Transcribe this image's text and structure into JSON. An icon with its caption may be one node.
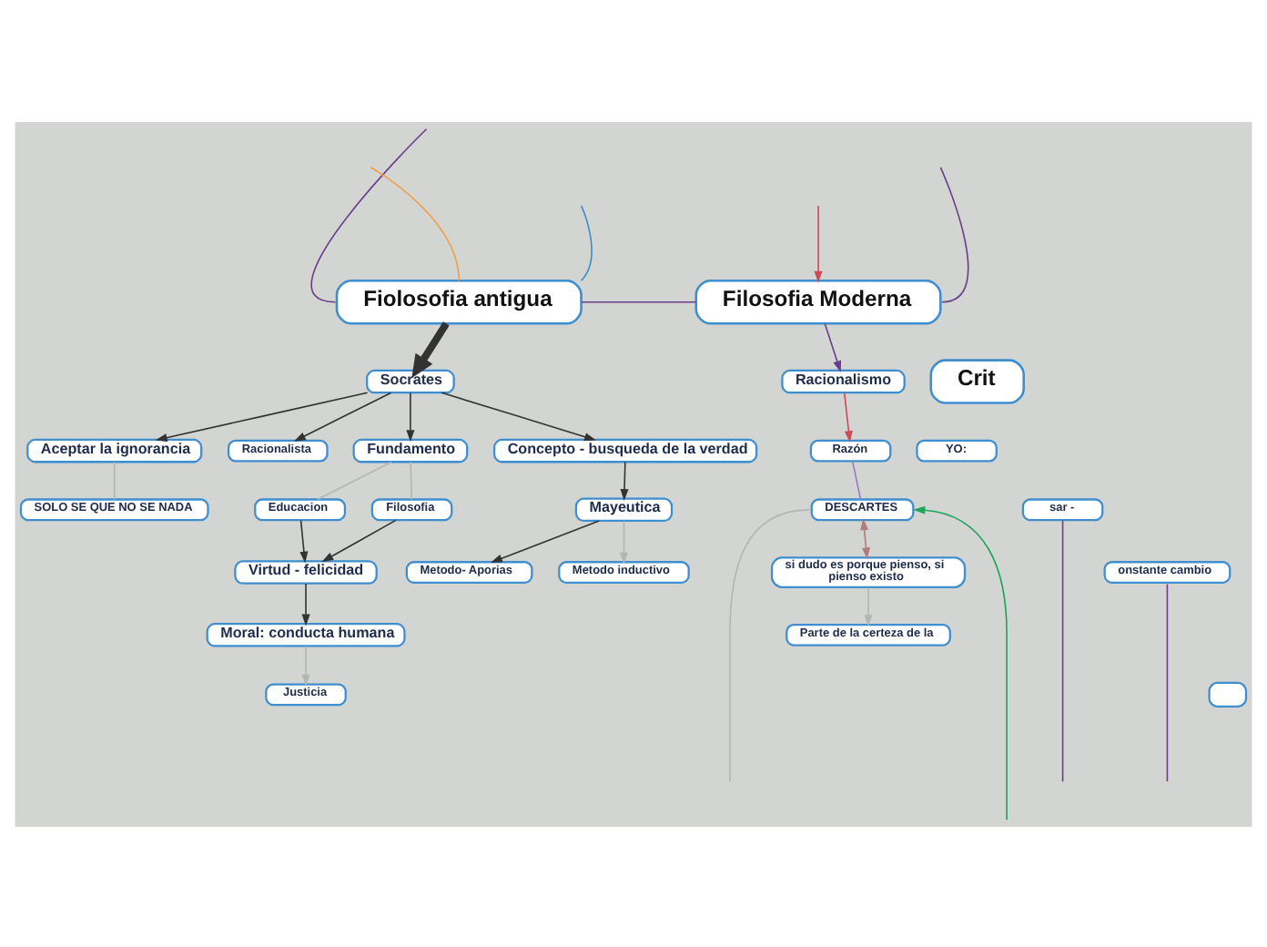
{
  "diagram": {
    "nodes": [
      {
        "text": [
          "Fiolosofia antigua"
        ]
      },
      {
        "text": [
          "Socrates"
        ]
      },
      {
        "text": [
          "Racionalista"
        ]
      },
      {
        "text": [
          "Fundamento"
        ]
      },
      {
        "text": [
          "Concepto - busqueda de la verdad"
        ]
      },
      {
        "text": [
          "Aceptar la ignorancia"
        ]
      },
      {
        "text": [
          "Filosofia"
        ]
      },
      {
        "text": [
          "Educacion"
        ]
      },
      {
        "text": [
          "Mayeutica"
        ]
      },
      {
        "text": [
          "SOLO SE QUE NO SE NADA"
        ]
      },
      {
        "text": [
          "Virtud - felicidad"
        ]
      },
      {
        "text": [
          "Metodo inductivo"
        ]
      },
      {
        "text": [
          "Metodo- Aporias"
        ]
      },
      {
        "text": [
          "Moral: conducta humana"
        ]
      },
      {
        "text": [
          "Justicia"
        ]
      },
      {
        "text": [
          "Filosofia Moderna"
        ]
      },
      {
        "text": [
          "Crit"
        ]
      },
      {
        "text": [
          "Racionalismo"
        ]
      },
      {
        "text": [
          "YO:"
        ]
      },
      {
        "text": [
          "Razón"
        ]
      },
      {
        "text": [
          "DESCARTES"
        ]
      },
      {
        "text": [
          "si dudo es porque pienso, si pienso existo"
        ]
      },
      {
        "text": [
          "Parte de la certeza de la"
        ]
      },
      {
        "text": [
          "sar -"
        ]
      },
      {
        "text": [
          "onstante cambio"
        ]
      },
      {
        "text": [],
        "shape": "box"
      }
    ],
    "edges": [
      {
        "from": null,
        "to": 0,
        "arrow": "none",
        "color": "#6b3f8c"
      },
      {
        "from": 0,
        "to": 15,
        "arrow": "none",
        "color": "#6b3f8c"
      },
      {
        "from": 15,
        "to": null,
        "arrow": "none",
        "color": "#6b3f8c"
      },
      {
        "from": 0,
        "to": null,
        "arrow": "none",
        "color": "#f29f4a"
      },
      {
        "from": 0,
        "to": null,
        "arrow": "none",
        "color": "#3b8fc4"
      },
      {
        "from": 0,
        "to": 1,
        "arrow": "to",
        "style": "thick"
      },
      {
        "from": 1,
        "to": 2,
        "arrow": "to"
      },
      {
        "from": 1,
        "to": 3,
        "arrow": "to"
      },
      {
        "from": 1,
        "to": 4,
        "arrow": "to"
      },
      {
        "from": 1,
        "to": 5,
        "arrow": "to"
      },
      {
        "from": 3,
        "to": 6,
        "arrow": "none",
        "color": "#b4b6b3"
      },
      {
        "from": 3,
        "to": 7,
        "arrow": "none",
        "color": "#b4b6b3"
      },
      {
        "from": 4,
        "to": 8,
        "arrow": "to"
      },
      {
        "from": 8,
        "to": 11,
        "arrow": "to",
        "color": "#b4b6b3"
      },
      {
        "from": 8,
        "to": 12,
        "arrow": "to"
      },
      {
        "from": 5,
        "to": 9,
        "arrow": "none",
        "color": "#b4b6b3"
      },
      {
        "from": 6,
        "to": 10,
        "arrow": "to"
      },
      {
        "from": 7,
        "to": 10,
        "arrow": "to"
      },
      {
        "from": 10,
        "to": 13,
        "arrow": "to"
      },
      {
        "from": 13,
        "to": 14,
        "arrow": "to",
        "color": "#b4b6b3"
      },
      {
        "from": null,
        "to": 15,
        "arrow": "to",
        "color": "#cc4a5a"
      },
      {
        "from": 15,
        "to": 17,
        "arrow": "to",
        "color": "#6b3f8c"
      },
      {
        "from": 17,
        "to": 19,
        "arrow": "to",
        "color": "#cc4a5a"
      },
      {
        "from": 19,
        "to": 20,
        "arrow": "none",
        "color": "#9b7cc2"
      },
      {
        "from": 20,
        "to": 21,
        "arrow": "both",
        "color": "#b07c7c"
      },
      {
        "from": null,
        "to": 20,
        "arrow": "to",
        "color": "#1ea55a"
      },
      {
        "from": null,
        "to": 20,
        "arrow": "none",
        "color": "#b4b6b3"
      },
      {
        "from": 21,
        "to": 22,
        "arrow": "to",
        "color": "#b4b6b3"
      },
      {
        "from": 23,
        "to": null,
        "arrow": "none",
        "color": "#6b3f8c"
      },
      {
        "from": 24,
        "to": null,
        "arrow": "none",
        "color": "#6b3f8c"
      }
    ]
  }
}
